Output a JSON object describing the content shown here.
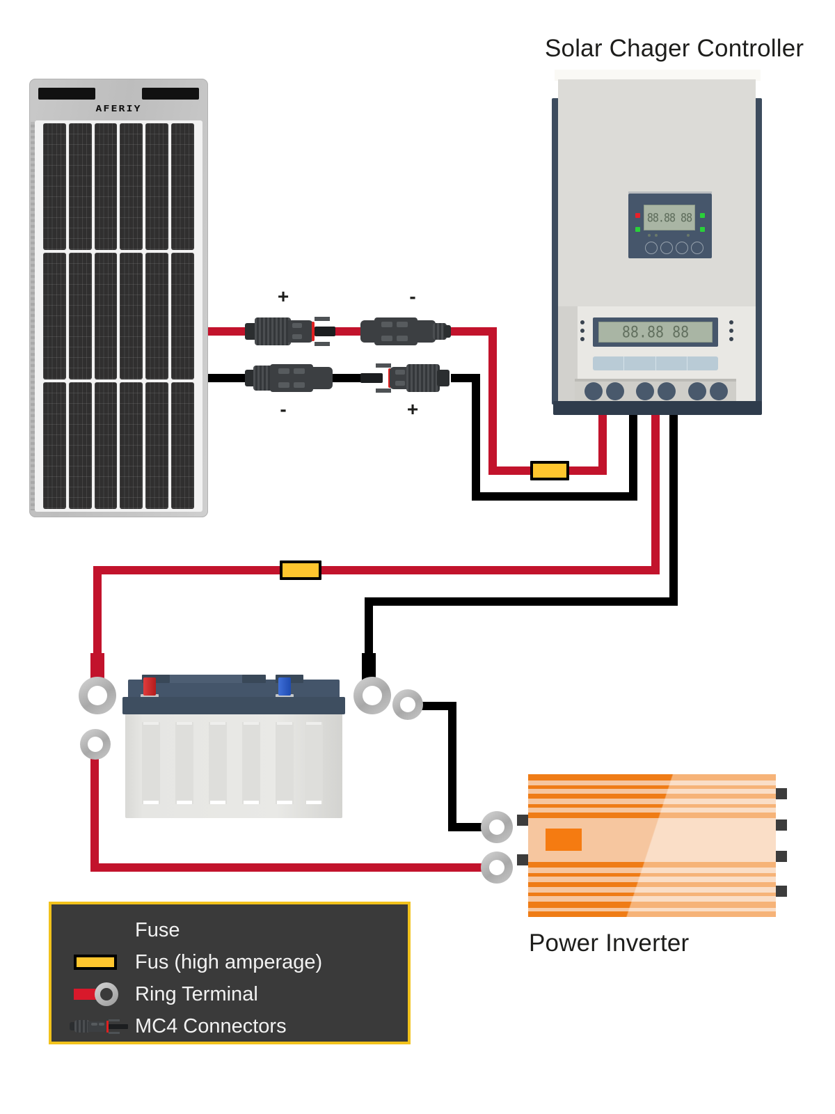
{
  "diagram": {
    "title_controller": "Solar Chager Controller",
    "title_inverter": "Power Inverter"
  },
  "solar_panel": {
    "brand_logo": "AFERIY",
    "cell_columns": 6,
    "cell_rows": 3
  },
  "mc4": {
    "top_left_polarity": "+",
    "top_right_polarity": "-",
    "bottom_left_polarity": "-",
    "bottom_right_polarity": "+"
  },
  "controller": {
    "upper_display_value": "88.88 88",
    "lower_display_value": "88.88 88",
    "led_indicators": [
      "red",
      "green",
      "green",
      "green"
    ],
    "button_count": 4,
    "port_count": 6
  },
  "battery": {
    "positive_terminal_color": "#c8252d",
    "negative_terminal_color": "#2b55bb"
  },
  "inverter": {
    "body_color": "#f6c69f",
    "stripe_color": "#ef7c16",
    "terminal_count": 6
  },
  "legend": {
    "border_color": "#f2c21c",
    "background_color": "#3a3a3a",
    "items": [
      {
        "label": "Fuse",
        "icon": "fuse-header"
      },
      {
        "label": "Fus (high amperage)",
        "icon": "fuse-swatch-icon"
      },
      {
        "label": "Ring Terminal",
        "icon": "ring-terminal-icon"
      },
      {
        "label": "MC4 Connectors",
        "icon": "mc4-connector-icon"
      }
    ]
  },
  "colors": {
    "positive_wire": "#c2132c",
    "negative_wire": "#000000",
    "fuse_fill": "#ffc62e",
    "fuse_border": "#000000",
    "ring_terminal": "#b3b3b3",
    "controller_body": "#dcdbd7",
    "controller_trim": "#3d4c5e"
  }
}
